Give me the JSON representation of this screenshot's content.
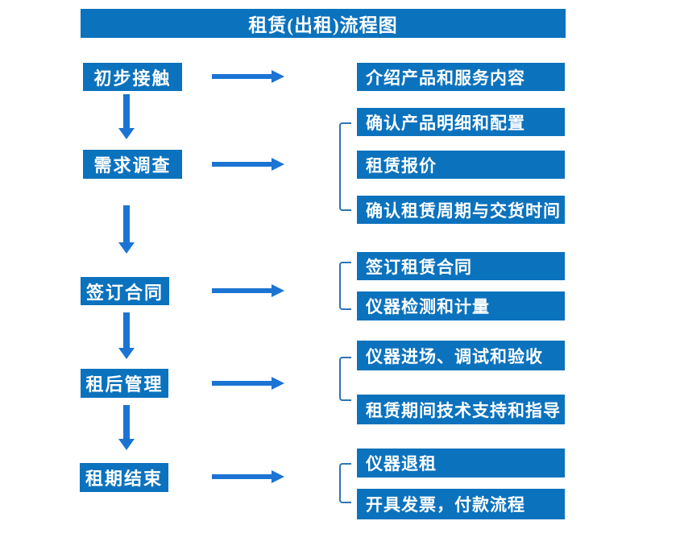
{
  "title": "租赁(出租)流程图",
  "colors": {
    "box_blue": "#0B72BE",
    "arrow_blue": "#1B74D3",
    "bracket_blue": "#2E74B5",
    "text_white": "#FFFFFF"
  },
  "icons": {
    "step_connector": "down-arrow",
    "flow_connector": "right-arrow",
    "group_connector": "left-bracket"
  },
  "flow": {
    "steps": [
      {
        "label": "初步接触",
        "outputs": [
          "介绍产品和服务内容"
        ]
      },
      {
        "label": "需求调查",
        "outputs": [
          "确认产品明细和配置",
          "租赁报价",
          "确认租赁周期与交货时间"
        ]
      },
      {
        "label": "签订合同",
        "outputs": [
          "签订租赁合同",
          "仪器检测和计量"
        ]
      },
      {
        "label": "租后管理",
        "outputs": [
          "仪器进场、调试和验收",
          "租赁期间技术支持和指导"
        ]
      },
      {
        "label": "租期结束",
        "outputs": [
          "仪器退租",
          "开具发票，付款流程"
        ]
      }
    ]
  }
}
